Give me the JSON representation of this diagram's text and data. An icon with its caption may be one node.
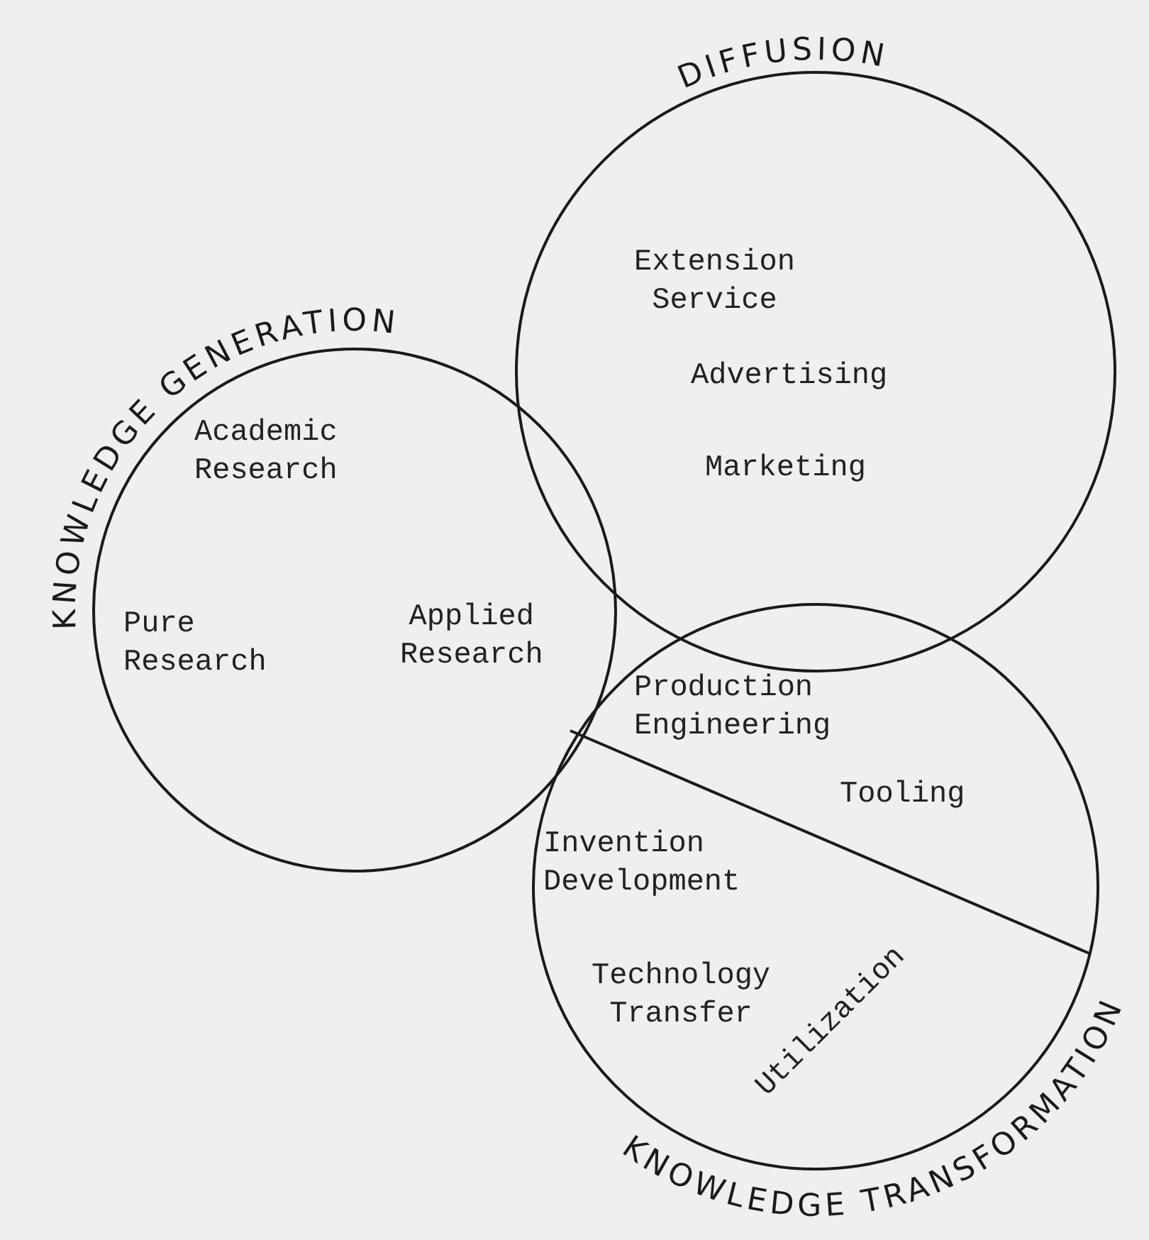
{
  "diagram": {
    "nodes": [
      {
        "text": [
          "KNOWLEDGE GENERATION",
          "Academic Research",
          "Pure Research",
          "Applied Research"
        ]
      },
      {
        "text": [
          "DIFFUSION",
          "Extension Service",
          "Advertising",
          "Marketing"
        ]
      },
      {
        "text": [
          "KNOWLEDGE TRANSFORMATION",
          "Production Engineering",
          "Tooling",
          "Invention Development",
          "Technology Transfer",
          "Utilization"
        ]
      }
    ]
  }
}
